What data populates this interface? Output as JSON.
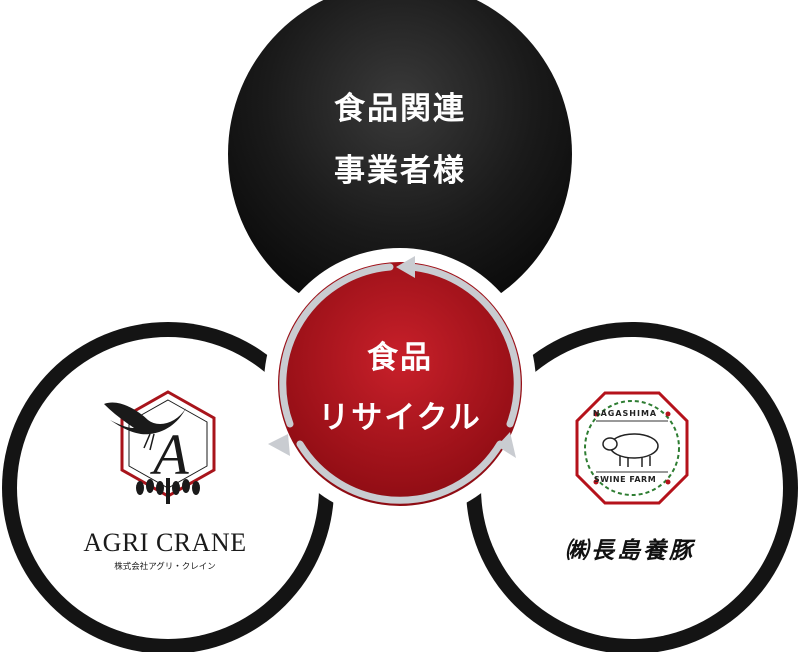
{
  "diagram": {
    "top": {
      "line1": "食品関連",
      "line2": "事業者様"
    },
    "center": {
      "line1": "食品",
      "line2": "リサイクル"
    },
    "left_logo": {
      "name": "AGRI CRANE",
      "subtitle": "株式会社アグリ・クレイン",
      "monogram": "A"
    },
    "right_logo": {
      "badge_top": "NAGASHIMA",
      "badge_bottom": "SWINE FARM",
      "name": "㈱長島養豚"
    },
    "colors": {
      "dark": "#1a1a1a",
      "red": "#b5121b",
      "arrow": "#c9ccd1",
      "white": "#ffffff"
    }
  }
}
